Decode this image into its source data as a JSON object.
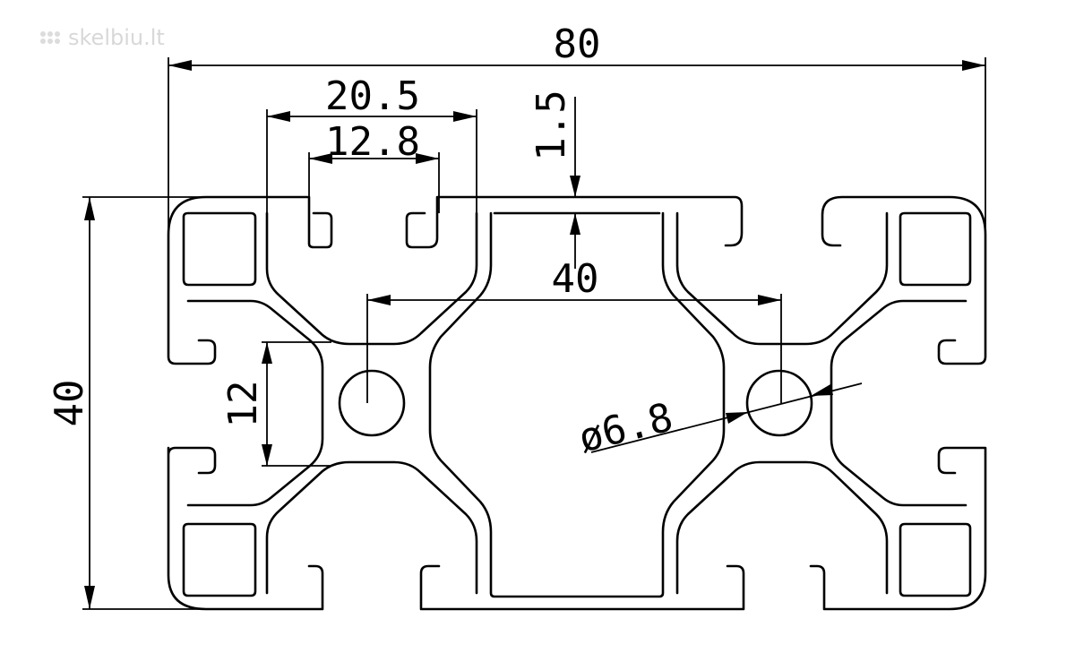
{
  "watermark": "skelbiu.lt",
  "dimensions": {
    "overall_width": "80",
    "overall_height": "40",
    "slot_outer_width": "20.5",
    "slot_inner_width": "12.8",
    "wall_thickness": "1.5",
    "hole_spacing": "40",
    "center_height": "12",
    "hole_diameter": "ø6.8"
  },
  "colors": {
    "line": "#000000",
    "background": "#ffffff",
    "watermark": "#d8d8d8"
  }
}
